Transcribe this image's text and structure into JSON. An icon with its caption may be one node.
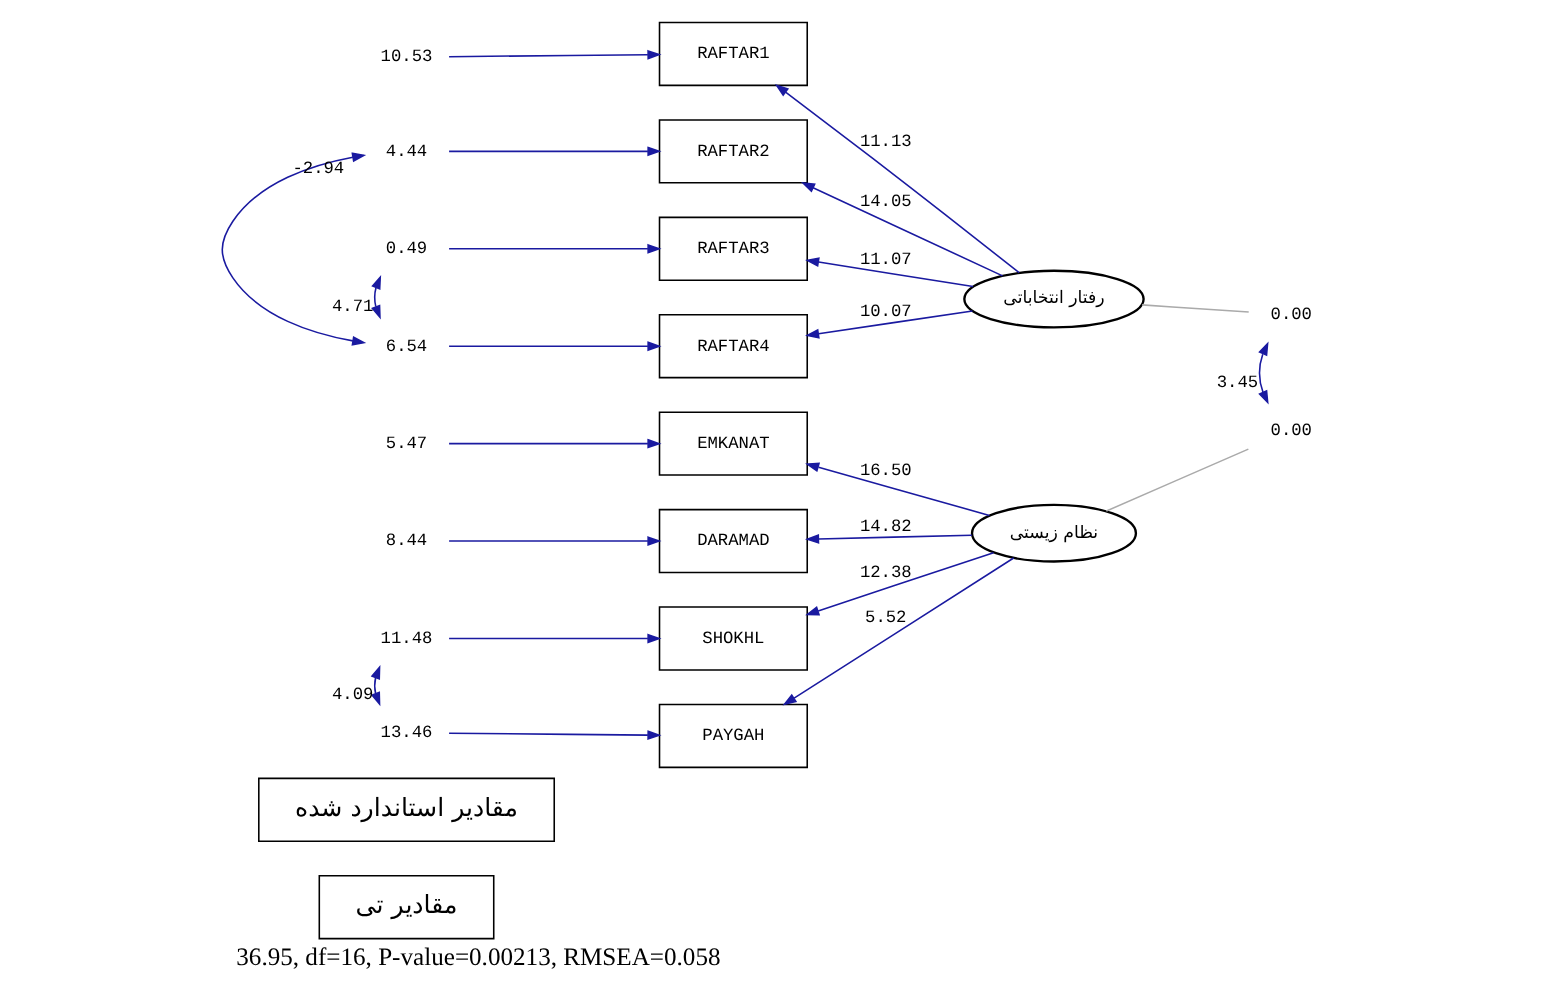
{
  "diagram": {
    "caption": "36.95, df=16, P-value=0.00213, RMSEA=0.058",
    "nodes": [
      {
        "text": [
          "مقادیر استاندارد شده"
        ]
      },
      {
        "text": [
          "RAFTAR1"
        ]
      },
      {
        "text": [
          "RAFTAR2"
        ]
      },
      {
        "text": [
          "RAFTAR3"
        ]
      },
      {
        "text": [
          "RAFTAR4"
        ]
      },
      {
        "text": [
          "EMKANAT"
        ]
      },
      {
        "text": [
          "DARAMAD"
        ]
      },
      {
        "text": [
          "SHOKHL"
        ]
      },
      {
        "text": [
          "PAYGAH"
        ]
      },
      {
        "text": [
          "رفتار انتخاباتی"
        ]
      },
      {
        "text": [
          "نظام زیستی"
        ]
      },
      {
        "text": [
          "10.53"
        ]
      },
      {
        "text": [
          "4.44"
        ]
      },
      {
        "text": [
          "0.49"
        ]
      },
      {
        "text": [
          "6.54"
        ]
      },
      {
        "text": [
          "5.47"
        ]
      },
      {
        "text": [
          "8.44"
        ]
      },
      {
        "text": [
          "11.48"
        ]
      },
      {
        "text": [
          "13.46"
        ]
      },
      {
        "text": [
          "0.00"
        ]
      },
      {
        "text": [
          "0.00"
        ]
      },
      {
        "text": [
          "مقادیر تی"
        ]
      }
    ],
    "edges": [
      {
        "from": 9,
        "to": 1,
        "arrow": "to",
        "label": "11.13"
      },
      {
        "from": 9,
        "to": 2,
        "arrow": "to",
        "label": "14.05"
      },
      {
        "from": 9,
        "to": 3,
        "arrow": "to",
        "label": "11.07"
      },
      {
        "from": 9,
        "to": 4,
        "arrow": "to",
        "label": "10.07"
      },
      {
        "from": 10,
        "to": 5,
        "arrow": "to",
        "label": "16.50"
      },
      {
        "from": 10,
        "to": 6,
        "arrow": "to",
        "label": "14.82"
      },
      {
        "from": 10,
        "to": 7,
        "arrow": "to",
        "label": "12.38"
      },
      {
        "from": 10,
        "to": 8,
        "arrow": "to",
        "label": "5.52"
      },
      {
        "from": 11,
        "to": 1,
        "arrow": "to"
      },
      {
        "from": 12,
        "to": 2,
        "arrow": "to"
      },
      {
        "from": 13,
        "to": 3,
        "arrow": "to"
      },
      {
        "from": 14,
        "to": 4,
        "arrow": "to"
      },
      {
        "from": 15,
        "to": 5,
        "arrow": "to"
      },
      {
        "from": 16,
        "to": 6,
        "arrow": "to"
      },
      {
        "from": 17,
        "to": 7,
        "arrow": "to"
      },
      {
        "from": 18,
        "to": 8,
        "arrow": "to"
      },
      {
        "from": 12,
        "to": 14,
        "arrow": "both",
        "label": "-2.94"
      },
      {
        "from": 13,
        "to": 14,
        "arrow": "both",
        "label": "4.71"
      },
      {
        "from": 17,
        "to": 18,
        "arrow": "both",
        "label": "4.09"
      },
      {
        "from": 9,
        "to": 19,
        "arrow": "none",
        "color": "#aaaaaa"
      },
      {
        "from": 10,
        "to": 20,
        "arrow": "none",
        "color": "#aaaaaa"
      },
      {
        "from": 19,
        "to": 20,
        "arrow": "both",
        "label": "3.45"
      }
    ]
  }
}
